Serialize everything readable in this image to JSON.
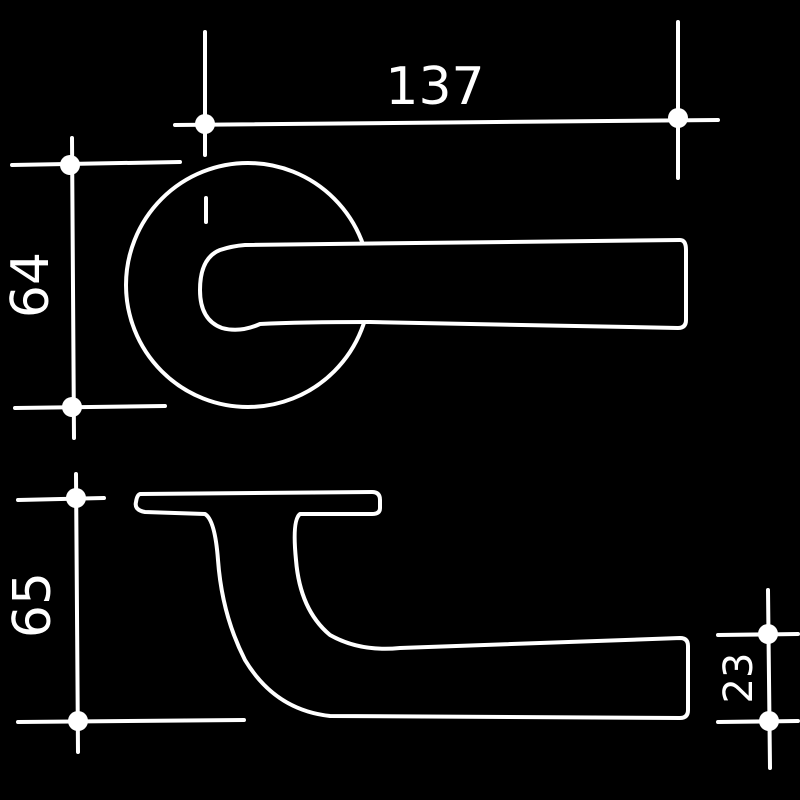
{
  "colors": {
    "background": "#000000",
    "stroke": "#ffffff"
  },
  "dimensions": {
    "length": "137",
    "rose_diameter": "64",
    "projection": "65",
    "grip_height": "23"
  }
}
